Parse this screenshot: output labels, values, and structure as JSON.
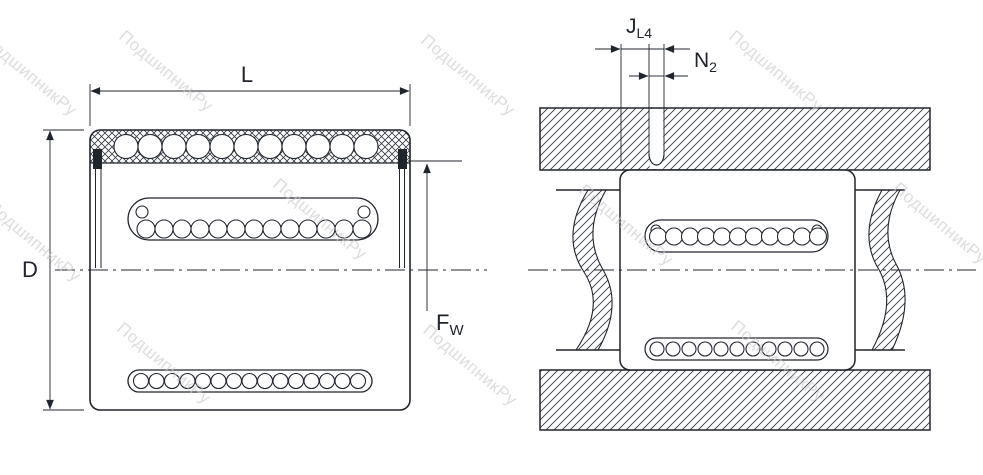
{
  "drawing": {
    "watermark": "ПодшипникРу",
    "colors": {
      "line": "#20242c",
      "watermark": "#c9c9c9",
      "background": "#ffffff"
    },
    "left_view": {
      "dim_length": "L",
      "dim_outer_diameter": "D",
      "dim_bore_main": "F",
      "dim_bore_sub": "W"
    },
    "right_view": {
      "dim_groove_offset_main": "J",
      "dim_groove_offset_sub": "L4",
      "dim_groove_width_main": "N",
      "dim_groove_width_sub": "2"
    }
  }
}
